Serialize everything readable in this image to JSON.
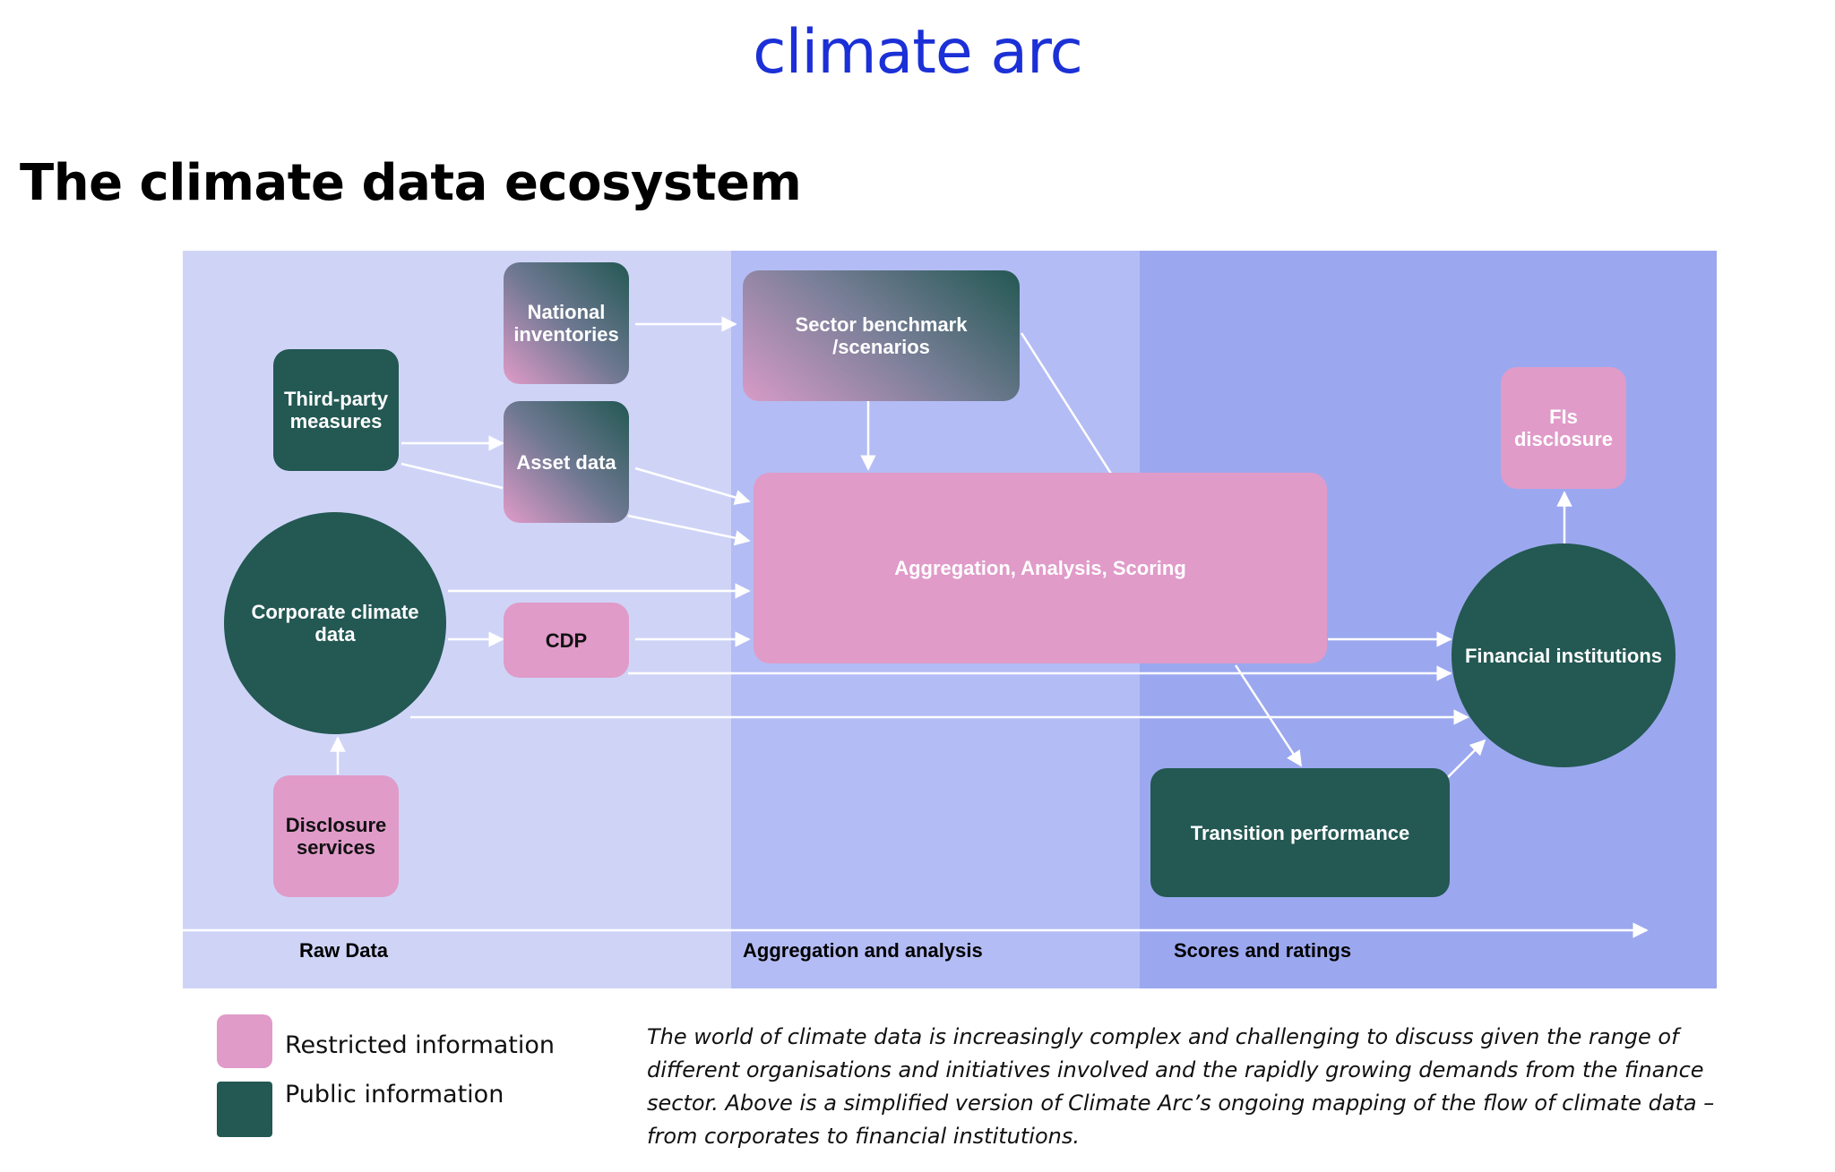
{
  "logo_text": "climate arc",
  "title": "The climate data ecosystem",
  "colors": {
    "brand_blue": "#1b30d6",
    "public": "#235853",
    "restricted": "#e09bc9",
    "band_raw": "#cfd4f7",
    "band_aggregation": "#b3bcf4",
    "band_scores": "#9ba8ef"
  },
  "nodes": {
    "national_inventories": "National inventories",
    "third_party_measures": "Third-party measures",
    "asset_data": "Asset data",
    "sector_benchmark": "Sector benchmark /scenarios",
    "corporate_climate_data": "Corporate climate data",
    "cdp": "CDP",
    "aggregation": "Aggregation, Analysis, Scoring",
    "fis_disclosure": "FIs disclosure",
    "financial_institutions": "Financial institutions",
    "disclosure_services": "Disclosure services",
    "transition_performance": "Transition performance"
  },
  "stages": [
    "Raw Data",
    "Aggregation and analysis",
    "Scores and ratings"
  ],
  "legend": {
    "restricted": "Restricted information",
    "public": "Public information"
  },
  "caption": "The world of climate data is increasingly complex and challenging to discuss given the range of different organisations and initiatives involved and the rapidly growing demands from the finance sector. Above is a simplified version of Climate Arc’s ongoing mapping of the flow of climate data – from corporates to financial institutions."
}
